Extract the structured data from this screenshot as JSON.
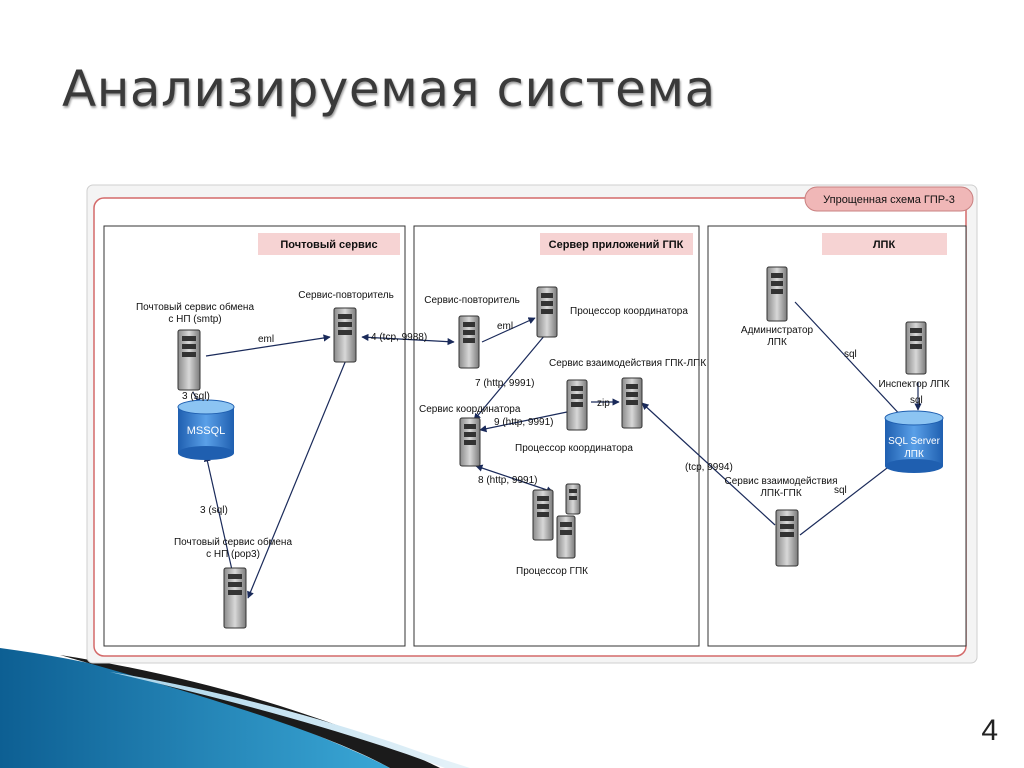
{
  "slide": {
    "title": "Анализируемая система",
    "page_number": "4"
  },
  "diagram": {
    "badge": "Упрощенная схема ГПР-3",
    "sections": {
      "mail": "Почтовый сервис",
      "app": "Сервер приложений ГПК",
      "lpk": "ЛПК"
    },
    "nodes": {
      "smtp": "Почтовый сервис обмена",
      "smtp2": "с НП (smtp)",
      "repeater1": "Сервис-повторитель",
      "mssql": "MSSQL",
      "pop3": "Почтовый сервис обмена",
      "pop3_2": "с НП (pop3)",
      "repeater2": "Сервис-повторитель",
      "coord_proc1": "Процессор координатора",
      "coord_service": "Сервис координатора",
      "interaction": "Сервис взаимодействия ГПК-ЛПК",
      "coord_proc2": "Процессор координатора",
      "gpk_proc": "Процессор ГПК",
      "admin": "Администратор",
      "admin2": "ЛПК",
      "inspector": "Инспектор ЛПК",
      "sqlserver": "SQL Server",
      "sqlserver2": "ЛПК",
      "lpk_service": "Сервис взаимодействия",
      "lpk_service2": "ЛПК-ГПК"
    },
    "edge_labels": {
      "eml1": "eml",
      "sql3a": "3 (sql)",
      "sql3b": "3 (sql)",
      "tcp9988": "4 (tcp, 9988)",
      "eml2": "eml",
      "http7": "7 (http, 9991)",
      "http9": "9 (http, 9991)",
      "zip": "zip",
      "http8": "8 (http, 9991)",
      "tcp9994": "(tcp, 9994)",
      "sql_admin": "sql",
      "sql_insp": "sql",
      "sql_svc": "sql"
    }
  }
}
